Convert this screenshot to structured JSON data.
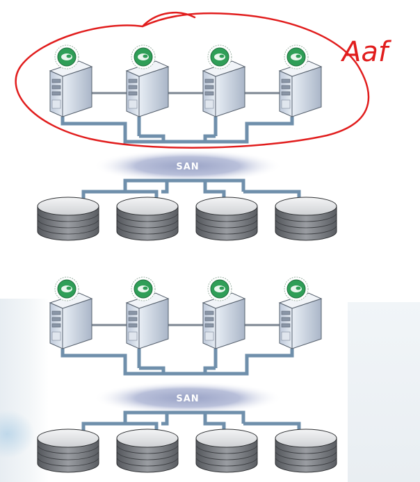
{
  "diagram": {
    "top": {
      "network_label": "SAN"
    },
    "bottom": {
      "network_label": "SAN"
    }
  },
  "annotation": {
    "text": "Aaf"
  },
  "icons": {
    "server": "server-icon",
    "disk": "disk-icon",
    "node_badge": "opensuse-logo-icon"
  },
  "colors": {
    "link": "#6f8fab",
    "san_cloud": "#9aa6c8",
    "server_body": "#ccd7e4",
    "disk": "#8b8d91",
    "badge": "#2f9e57",
    "annotation": "#e11d1d"
  }
}
